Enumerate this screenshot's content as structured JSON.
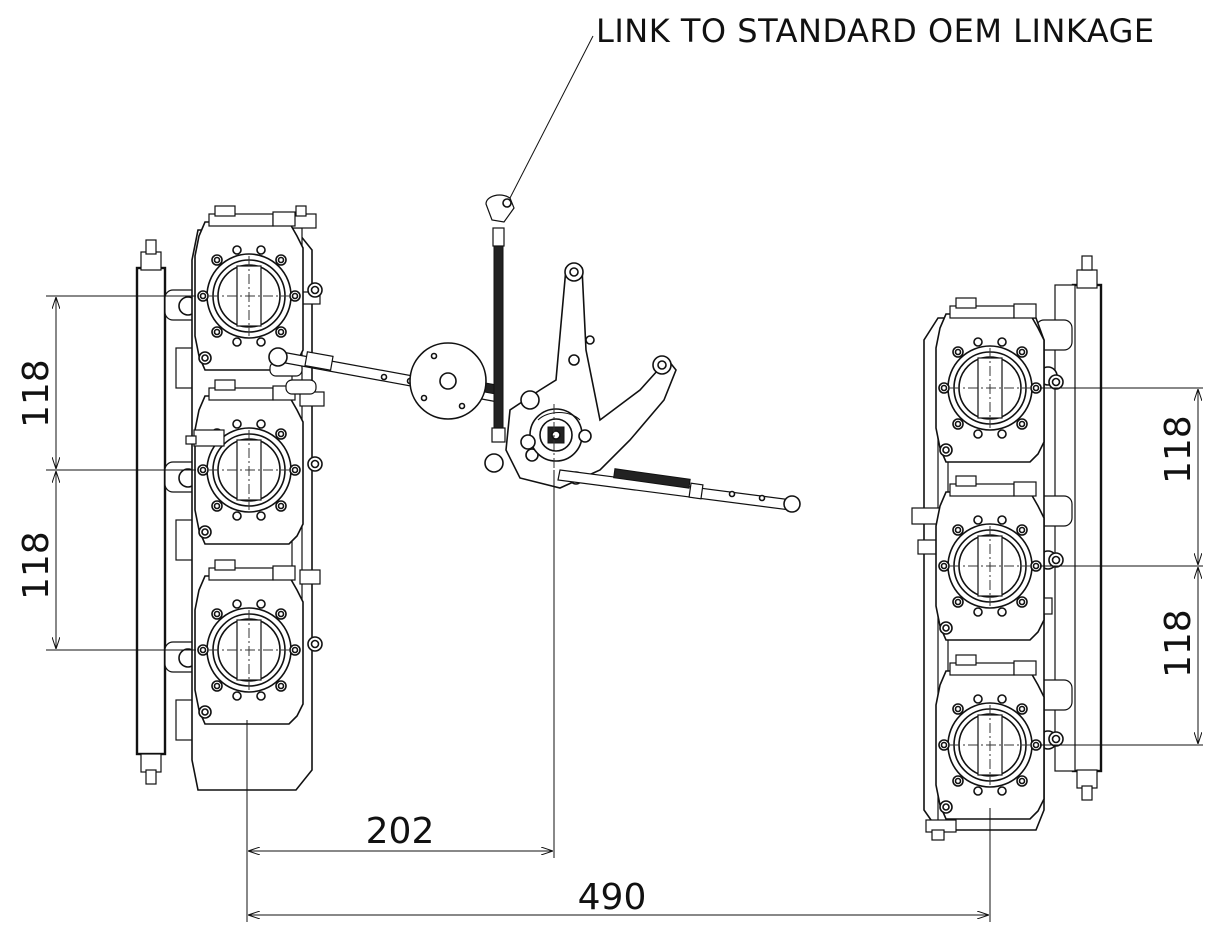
{
  "callout": {
    "text": "LINK TO STANDARD OEM LINKAGE"
  },
  "dimensions": {
    "left_pitch_top": "118",
    "left_pitch_bottom": "118",
    "right_pitch_top": "118",
    "right_pitch_bottom": "118",
    "to_linkage": "202",
    "bank_spacing": "490"
  },
  "colors": {
    "line": "#111111",
    "background": "#ffffff"
  }
}
